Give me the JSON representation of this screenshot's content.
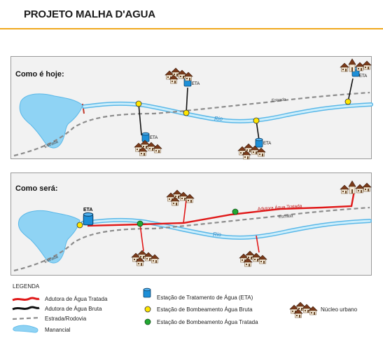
{
  "title": "PROJETO MALHA D'AGUA",
  "panels": {
    "hoje": {
      "label": "Como é hoje:"
    },
    "sera": {
      "label": "Como será:"
    }
  },
  "map_labels": {
    "eta": "ETA",
    "rio": "Rio",
    "estrada": "Estrada",
    "adutora_tratada": "Adutora Água Tratada"
  },
  "legend": {
    "title": "LEGENDA",
    "items": [
      {
        "symbol": "red-line",
        "label": "Adutora de Água Tratada"
      },
      {
        "symbol": "black-line",
        "label": "Adutora de Água Bruta"
      },
      {
        "symbol": "gray-dashed-line",
        "label": "Estrada/Rodovia"
      },
      {
        "symbol": "water-shape",
        "label": "Manancial"
      },
      {
        "symbol": "blue-tank",
        "label": "Estação de Tratamento de Água (ETA)"
      },
      {
        "symbol": "yellow-dot",
        "label": "Estação de Bombeamento Água Bruta"
      },
      {
        "symbol": "green-dot",
        "label": "Estação de Bombeamento Água Tratada"
      },
      {
        "symbol": "houses",
        "label": "Núcleo urbano"
      }
    ]
  },
  "colors": {
    "accent": "#f0a81e",
    "water": "#8fd3f4",
    "river_edge": "#5bb8e8",
    "tank": "#1c8fd8",
    "treated": "#e01919",
    "raw": "#111111",
    "road": "#8c8c8c",
    "pump_raw": "#ffe600",
    "pump_treated": "#22a832"
  }
}
